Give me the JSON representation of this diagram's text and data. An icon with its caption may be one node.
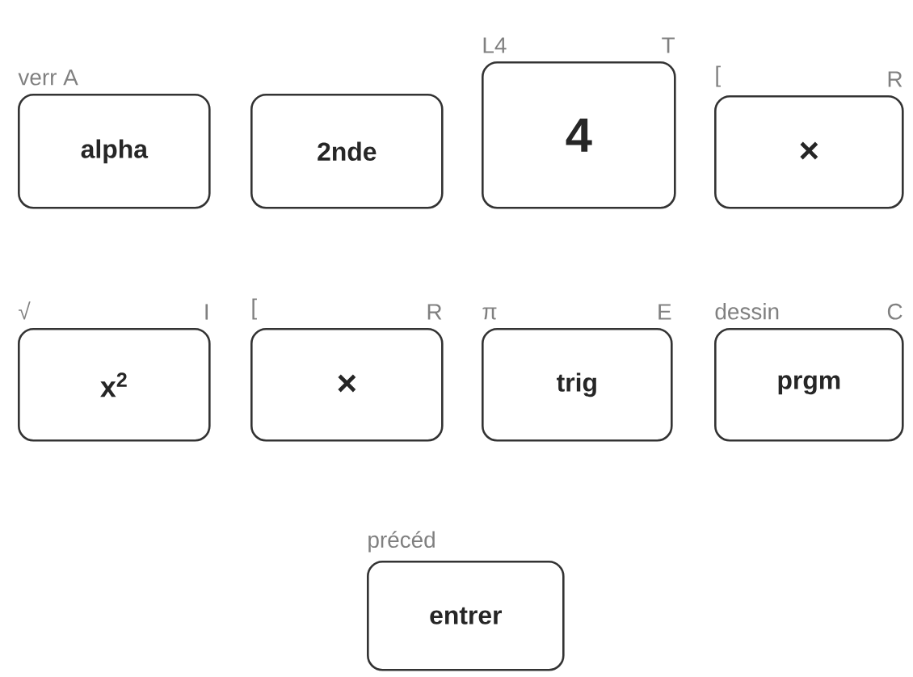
{
  "diagram": {
    "nodes": [
      {
        "text": [
          "alpha"
        ],
        "beside": [
          "verr A"
        ]
      },
      {
        "text": [
          "2nde"
        ]
      },
      {
        "text": [
          "4"
        ],
        "beside": [
          "L4",
          "T"
        ]
      },
      {
        "text": [
          "×"
        ],
        "beside": [
          "[",
          "R"
        ]
      },
      {
        "text": [
          "x$^{2}$"
        ],
        "beside": [
          "√",
          "I"
        ]
      },
      {
        "text": [
          "×"
        ],
        "beside": [
          "[",
          "R"
        ]
      },
      {
        "text": [
          "trig"
        ],
        "beside": [
          "π",
          "E"
        ]
      },
      {
        "text": [
          "prgm"
        ],
        "beside": [
          "dessin",
          "C"
        ]
      },
      {
        "text": [
          "entrer"
        ],
        "beside": [
          "précéd"
        ]
      }
    ]
  }
}
